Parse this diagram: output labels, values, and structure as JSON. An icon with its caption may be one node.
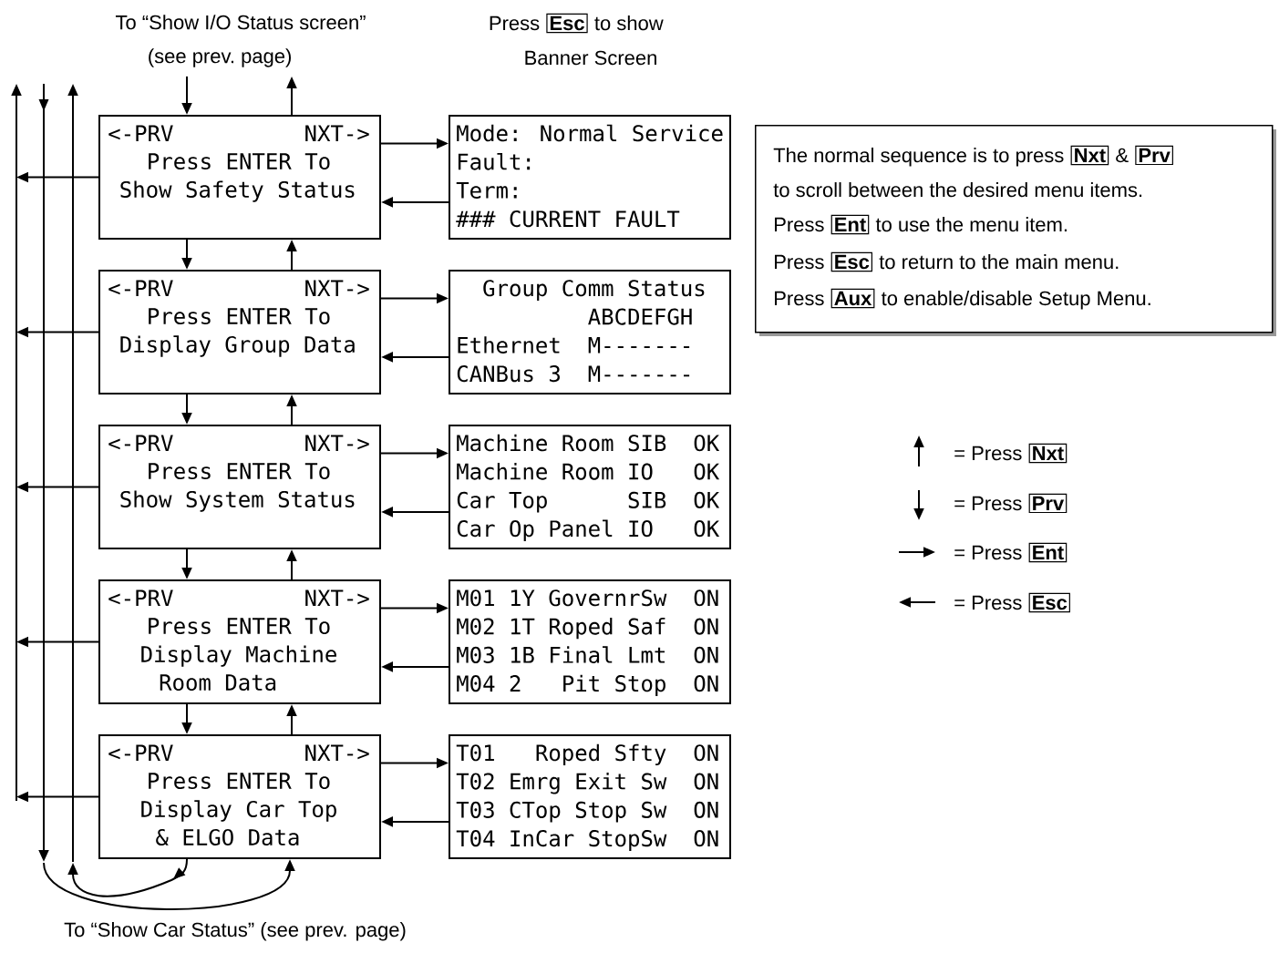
{
  "diagram": {
    "nodes": [
      {
        "text": [
          "To “Show I/O Status screen” (see prev. page)"
        ]
      },
      {
        "text": [
          "Esc"
        ],
        "beside": [
          "Press",
          "to show",
          "Banner Screen"
        ]
      },
      {
        "text": [
          "<-PRV",
          "NXT->",
          "Press ENTER To Show Safety Status"
        ]
      },
      {
        "text": [
          "<-PRV",
          "NXT->",
          "Press ENTER To Display Group Data"
        ]
      },
      {
        "text": [
          "<-PRV",
          "NXT->",
          "Press ENTER To Show System Status"
        ]
      },
      {
        "text": [
          "<-PRV",
          "NXT->",
          "Press ENTER To Display Machine Room Data"
        ]
      },
      {
        "text": [
          "<-PRV",
          "NXT->",
          "Press ENTER To Display Car Top & ELGO Data"
        ]
      },
      {
        "text": [
          "Mode: Normal Service",
          "Fault:",
          "Term:",
          "### CURRENT FAULT"
        ]
      },
      {
        "text": [
          "Group Comm Status",
          "ABCDEFGH",
          "Ethernet",
          "M-------",
          "CANBus 3",
          "M-------"
        ]
      },
      {
        "text": [
          "Machine Room SIB",
          "OK",
          "Machine Room IO",
          "OK",
          "Car Top",
          "SIB",
          "OK",
          "Car Op Panel IO",
          "OK"
        ]
      },
      {
        "text": [
          "M01 1Y GovernrSw",
          "ON",
          "M02 1T Roped Saf",
          "ON",
          "M03 1B Final Lmt",
          "ON",
          "M04 2",
          "Pit Stop",
          "ON"
        ]
      },
      {
        "text": [
          "T01",
          "Roped Sfty",
          "ON",
          "T02 Emrg Exit Sw",
          "ON",
          "T03 CTop Stop Sw",
          "ON",
          "T04 InCar StopSw",
          "ON"
        ]
      },
      {
        "text": [
          "The normal sequence is to press",
          "&",
          "to scroll between the desired menu items.",
          "Press",
          "to use the menu item.",
          "Press",
          "to return to the main menu.",
          "Press",
          "to enable/disable Setup Menu."
        ]
      },
      {
        "text": [
          "Nxt"
        ],
        "in": 12
      },
      {
        "text": [
          "Prv"
        ],
        "in": 12
      },
      {
        "text": [
          "Ent"
        ],
        "in": 12
      },
      {
        "text": [
          "Esc"
        ],
        "in": 12
      },
      {
        "text": [
          "Aux"
        ],
        "in": 12
      },
      {
        "text": [
          "Nxt"
        ]
      },
      {
        "text": [
          "Prv"
        ]
      },
      {
        "text": [
          "Ent"
        ]
      },
      {
        "text": [
          "Esc"
        ]
      }
    ],
    "edges": [
      {
        "from": 0,
        "to": 2,
        "arrow": "to"
      },
      {
        "from": 2,
        "to": 0,
        "arrow": "to"
      },
      {
        "from": 2,
        "to": 3,
        "arrow": "to"
      },
      {
        "from": 3,
        "to": 2,
        "arrow": "to"
      },
      {
        "from": 3,
        "to": 4,
        "arrow": "to"
      },
      {
        "from": 4,
        "to": 3,
        "arrow": "to"
      },
      {
        "from": 4,
        "to": 5,
        "arrow": "to"
      },
      {
        "from": 5,
        "to": 4,
        "arrow": "to"
      },
      {
        "from": 5,
        "to": 6,
        "arrow": "to"
      },
      {
        "from": 6,
        "to": 5,
        "arrow": "to"
      },
      {
        "from": 2,
        "to": 7,
        "arrow": "to"
      },
      {
        "from": 7,
        "to": 2,
        "arrow": "to"
      },
      {
        "from": 3,
        "to": 8,
        "arrow": "to"
      },
      {
        "from": 8,
        "to": 3,
        "arrow": "to"
      },
      {
        "from": 4,
        "to": 9,
        "arrow": "to"
      },
      {
        "from": 9,
        "to": 4,
        "arrow": "to"
      },
      {
        "from": 5,
        "to": 10,
        "arrow": "to"
      },
      {
        "from": 10,
        "to": 5,
        "arrow": "to"
      },
      {
        "from": 6,
        "to": 11,
        "arrow": "to"
      },
      {
        "from": 11,
        "to": 6,
        "arrow": "to"
      },
      {
        "from": 2,
        "to": null,
        "arrow": "to"
      },
      {
        "from": 3,
        "to": null,
        "arrow": "to"
      },
      {
        "from": 4,
        "to": null,
        "arrow": "to"
      },
      {
        "from": 5,
        "to": null,
        "arrow": "to"
      },
      {
        "from": 6,
        "to": null,
        "arrow": "to"
      },
      {
        "from": null,
        "to": 6,
        "arrow": "to"
      },
      {
        "from": 6,
        "to": null,
        "arrow": "to"
      }
    ],
    "labels": [
      "To “Show Car Status” (see prev. page)"
    ],
    "legend": [
      {
        "text": "= Press"
      },
      {
        "text": "= Press"
      },
      {
        "text": "= Press"
      },
      {
        "text": "= Press"
      }
    ]
  }
}
